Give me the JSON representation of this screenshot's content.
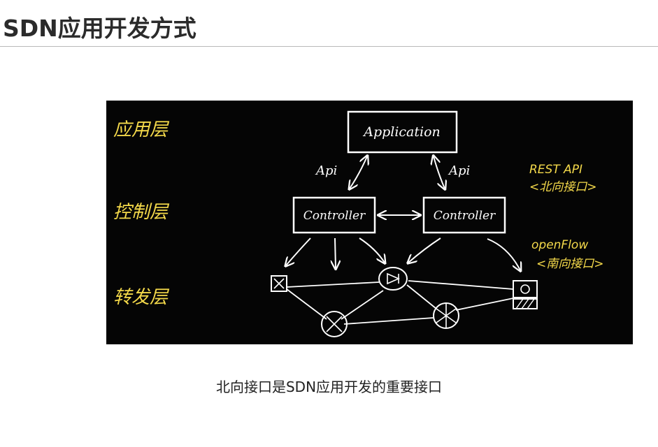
{
  "page": {
    "title": "SDN应用开发方式",
    "caption": "北向接口是SDN应用开发的重要接口"
  },
  "diagram": {
    "layers": {
      "application": "应用层",
      "control": "控制层",
      "forwarding": "转发层"
    },
    "nodes": {
      "application_box": "Application",
      "controller_left": "Controller",
      "controller_right": "Controller"
    },
    "edge_labels": {
      "api_left": "Api",
      "api_right": "Api"
    },
    "annotations": {
      "northbound_line1": "REST API",
      "northbound_line2": "<北向接口>",
      "southbound_line1": "openFlow",
      "southbound_line2": "<南向接口>"
    },
    "colors": {
      "background": "#050505",
      "handwriting_yellow": "#f4d94a",
      "lines": "#ffffff"
    }
  }
}
